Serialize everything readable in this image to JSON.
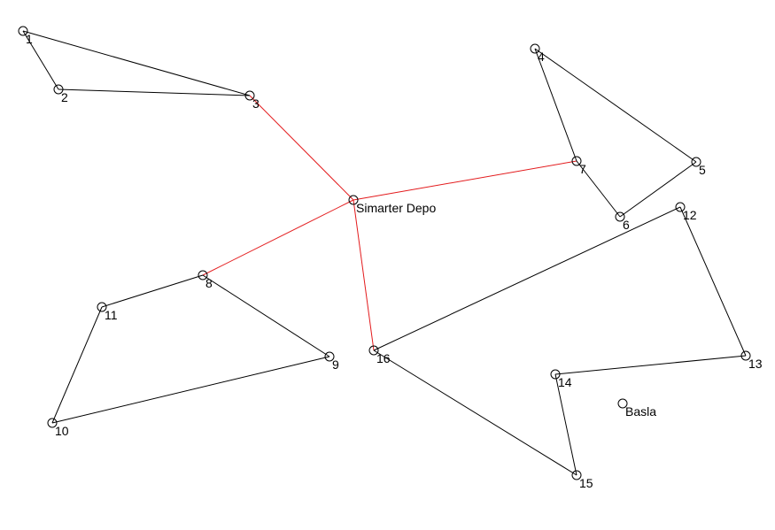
{
  "depot": {
    "id": "D",
    "label": "Simarter Depo"
  },
  "start": {
    "id": "B",
    "label": "Basla"
  },
  "nodes": [
    {
      "id": "1",
      "label": "1"
    },
    {
      "id": "2",
      "label": "2"
    },
    {
      "id": "3",
      "label": "3"
    },
    {
      "id": "4",
      "label": "4"
    },
    {
      "id": "5",
      "label": "5"
    },
    {
      "id": "6",
      "label": "6"
    },
    {
      "id": "7",
      "label": "7"
    },
    {
      "id": "8",
      "label": "8"
    },
    {
      "id": "9",
      "label": "9"
    },
    {
      "id": "10",
      "label": "10"
    },
    {
      "id": "11",
      "label": "11"
    },
    {
      "id": "12",
      "label": "12"
    },
    {
      "id": "13",
      "label": "13"
    },
    {
      "id": "14",
      "label": "14"
    },
    {
      "id": "15",
      "label": "15"
    },
    {
      "id": "16",
      "label": "16"
    }
  ],
  "routes": [
    {
      "depot_link": [
        "D",
        "3"
      ],
      "path": [
        "3",
        "1",
        "2",
        "3"
      ]
    },
    {
      "depot_link": [
        "D",
        "7"
      ],
      "path": [
        "7",
        "4",
        "5",
        "6",
        "7"
      ]
    },
    {
      "depot_link": [
        "D",
        "8"
      ],
      "path": [
        "8",
        "11",
        "10",
        "9",
        "8"
      ]
    },
    {
      "depot_link": [
        "D",
        "16"
      ],
      "path": [
        "16",
        "12",
        "13",
        "14",
        "15",
        "16"
      ]
    }
  ],
  "colors": {
    "depot_link": "#e31a1c",
    "route": "#000000",
    "node": "#000000",
    "background": "#ffffff"
  }
}
